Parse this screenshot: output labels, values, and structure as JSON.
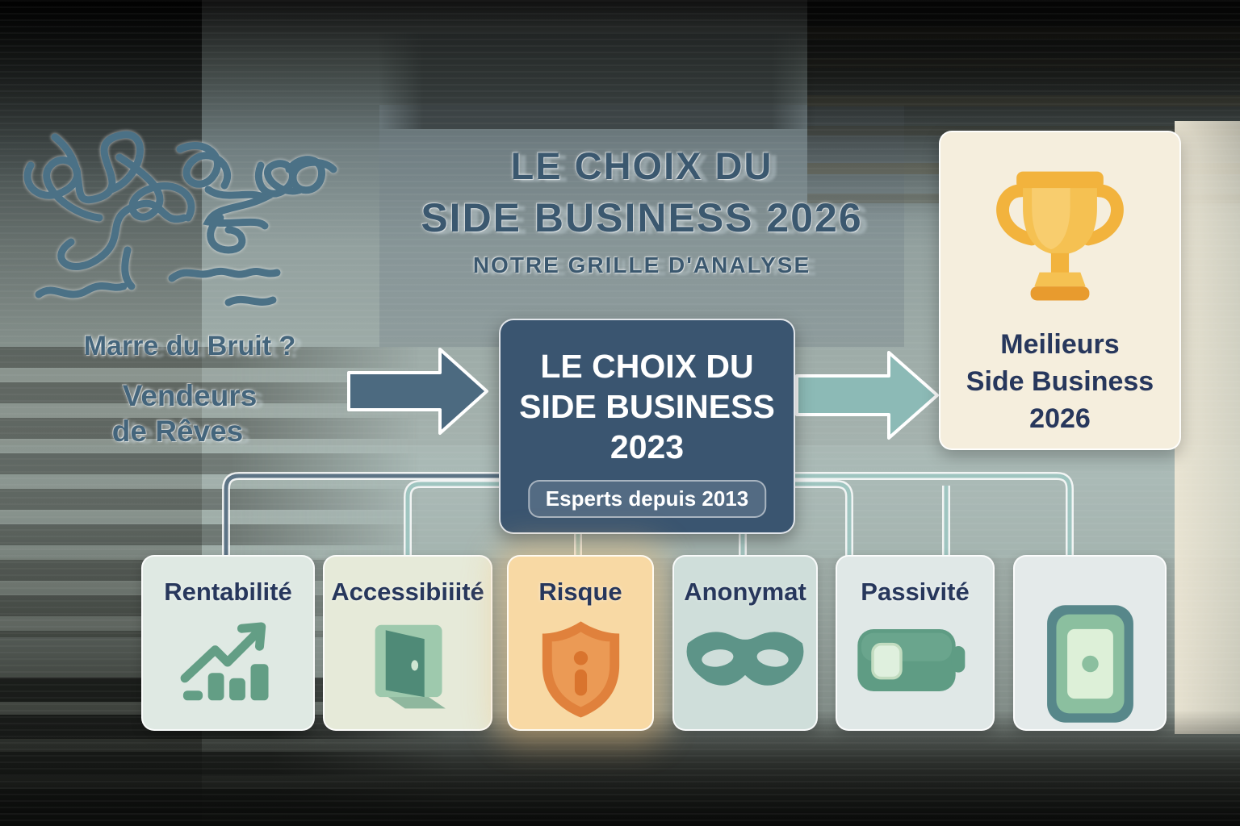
{
  "brand": {
    "tagline_line1": "Marre du Bruit ?",
    "tagline_line2": "Vendeurs",
    "tagline_line3": "de Rêves"
  },
  "header": {
    "title_line1": "LE CHOIX DU",
    "title_line2": "SIDE BUSINESS 2026",
    "subtitle": "NOTRE GRILLE D'ANALYSE"
  },
  "center_box": {
    "title_line1": "LE CHOIX DU",
    "title_line2": "SIDE BUSINESS",
    "title_line3": "2023",
    "badge": "Esperts depuis 2013"
  },
  "result_card": {
    "icon": "trophy-icon",
    "label_line1": "Meilieurs",
    "label_line2": "Side Business",
    "label_line3": "2026"
  },
  "criteria_cards": [
    {
      "label": "Rentabilité",
      "icon": "growth-chart-icon"
    },
    {
      "label": "Accessibiiité",
      "icon": "open-door-icon"
    },
    {
      "label": "Risque",
      "icon": "shield-info-icon"
    },
    {
      "label": "Anonymat",
      "icon": "mask-icon"
    },
    {
      "label": "Passivité",
      "icon": "battery-icon"
    },
    {
      "label": "",
      "icon": "panel-door-icon"
    }
  ],
  "colors": {
    "slate_arrow": "#4c6a80",
    "teal_arrow": "#8cbab6",
    "box_bg": "#3a5570",
    "navy_text": "#27375c",
    "headline_text": "#3b586f",
    "cream_card": "#f5eedd",
    "trophy_gold": "#f2b33d",
    "risque_bg": "#f8d9a4",
    "shield_orange": "#e0813c",
    "icon_green": "#5f9c84",
    "rail_teal": "#9fc5c0"
  }
}
